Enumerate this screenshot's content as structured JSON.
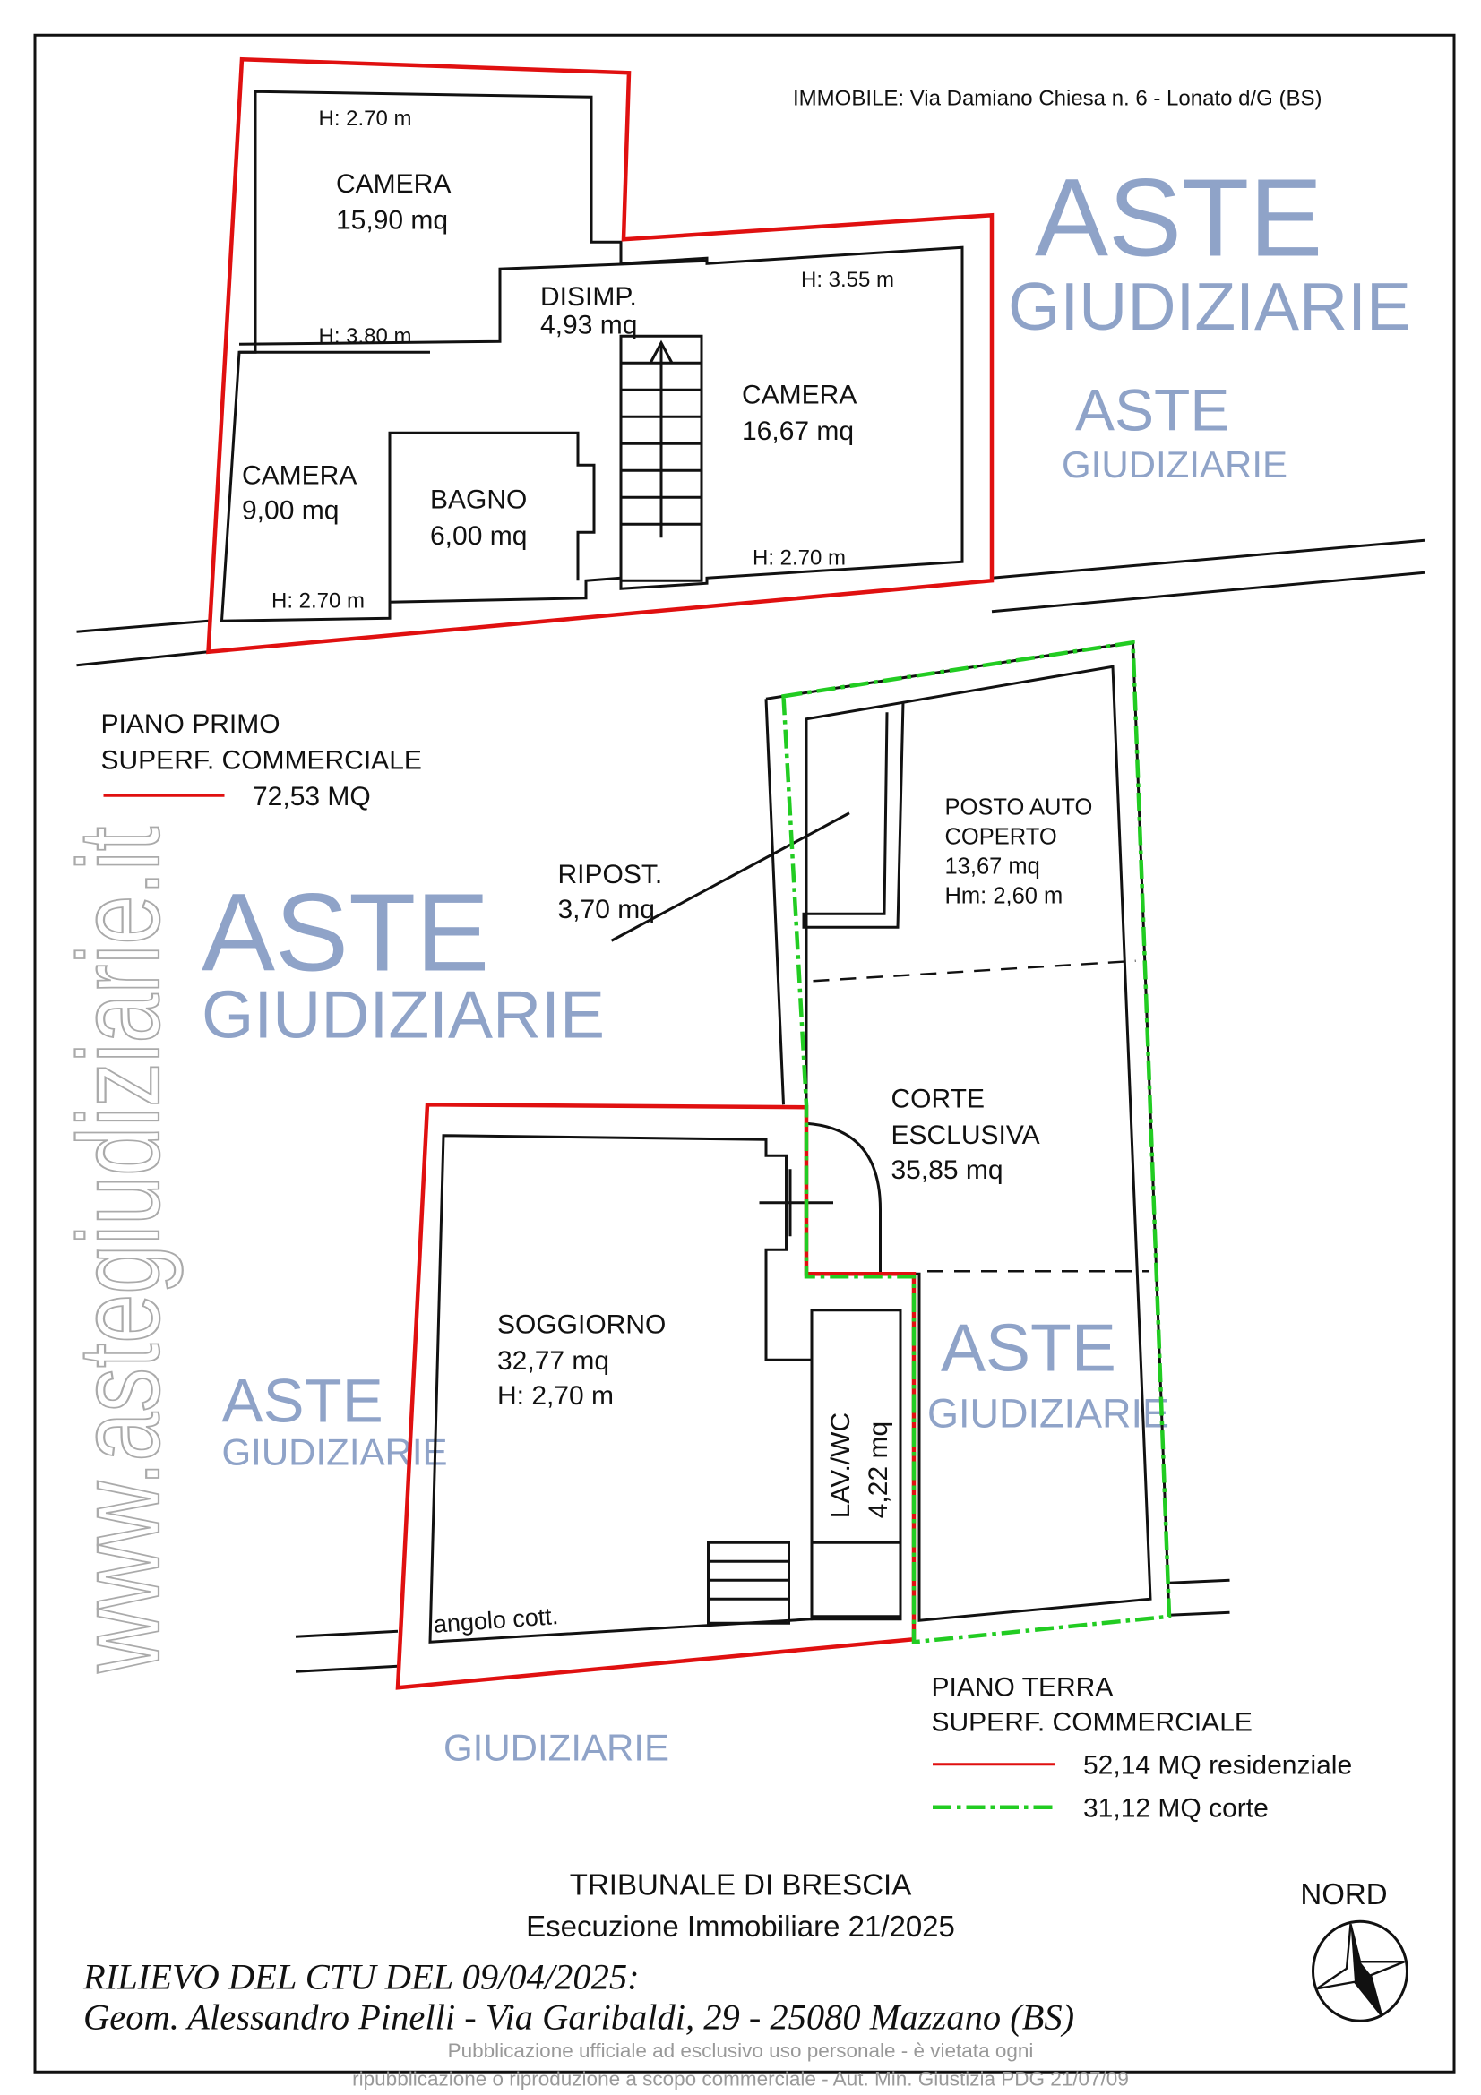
{
  "header": {
    "property": "IMMOBILE: Via Damiano Chiesa n. 6 - Lonato d/G (BS)"
  },
  "first_floor": {
    "rooms": [
      {
        "name": "CAMERA",
        "area": "15,90 mq"
      },
      {
        "name": "DISIMP.",
        "area": "4,93 mq"
      },
      {
        "name": "CAMERA",
        "area": "16,67 mq"
      },
      {
        "name": "CAMERA",
        "area": "9,00 mq"
      },
      {
        "name": "BAGNO",
        "area": "6,00 mq"
      }
    ],
    "heights": [
      "H: 2.70 m",
      "H: 3.80 m",
      "H: 3.55 m",
      "H: 2.70 m",
      "H: 2.70 m"
    ],
    "legend_title": "PIANO PRIMO",
    "legend_subtitle": "SUPERF. COMMERCIALE",
    "legend_value": "72,53 MQ"
  },
  "ground_floor": {
    "ripost": {
      "name": "RIPOST.",
      "area": "3,70 mq"
    },
    "posto_auto": {
      "line1": "POSTO AUTO",
      "line2": "COPERTO",
      "area": "13,67 mq",
      "height": "Hm: 2,60 m"
    },
    "corte": {
      "line1": "CORTE",
      "line2": "ESCLUSIVA",
      "area": "35,85 mq"
    },
    "soggiorno": {
      "name": "SOGGIORNO",
      "area": "32,77 mq",
      "height": "H: 2,70 m"
    },
    "lavwc": {
      "name": "LAV./WC",
      "area": "4,22 mq"
    },
    "angolo": "angolo cott.",
    "legend_title": "PIANO TERRA",
    "legend_subtitle": "SUPERF. COMMERCIALE",
    "legend_residential": "52,14 MQ residenziale",
    "legend_corte": "31,12 MQ corte"
  },
  "footer": {
    "court": "TRIBUNALE DI BRESCIA",
    "case": "Esecuzione Immobiliare 21/2025",
    "survey": "RILIEVO DEL CTU DEL 09/04/2025:",
    "surveyor": "Geom. Alessandro Pinelli - Via Garibaldi, 29 - 25080 Mazzano (BS)",
    "north": "NORD"
  },
  "watermark": {
    "brand1": "ASTE",
    "brand2": "GIUDIZIARIE",
    "url": "www.astegiudiziarie.it",
    "notice1": "Pubblicazione ufficiale ad esclusivo uso personale - è vietata ogni",
    "notice2": "ripubblicazione o riproduzione a scopo commerciale - Aut. Min. Giustizia PDG 21/07/09"
  },
  "colors": {
    "residential": "#e01010",
    "corte": "#22cc22"
  }
}
